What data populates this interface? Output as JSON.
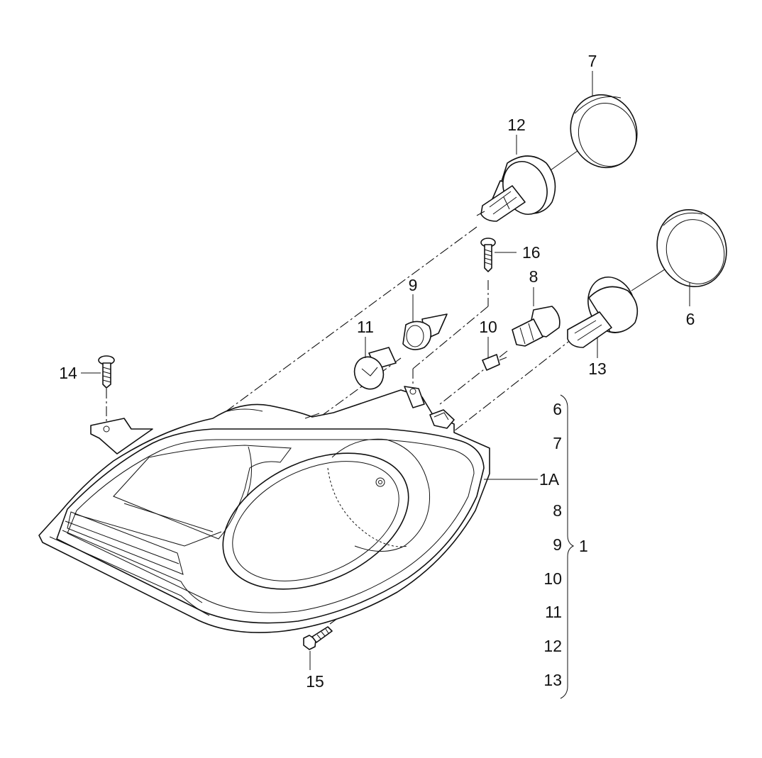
{
  "callouts": {
    "c7": "7",
    "c12": "12",
    "c16": "16",
    "c8": "8",
    "c9": "9",
    "c11": "11",
    "c10": "10",
    "c6": "6",
    "c13": "13",
    "c14": "14",
    "c15": "15",
    "c1A": "1A",
    "c1": "1"
  },
  "group_list": [
    "6",
    "7",
    "1A",
    "8",
    "9",
    "10",
    "11",
    "12",
    "13"
  ]
}
